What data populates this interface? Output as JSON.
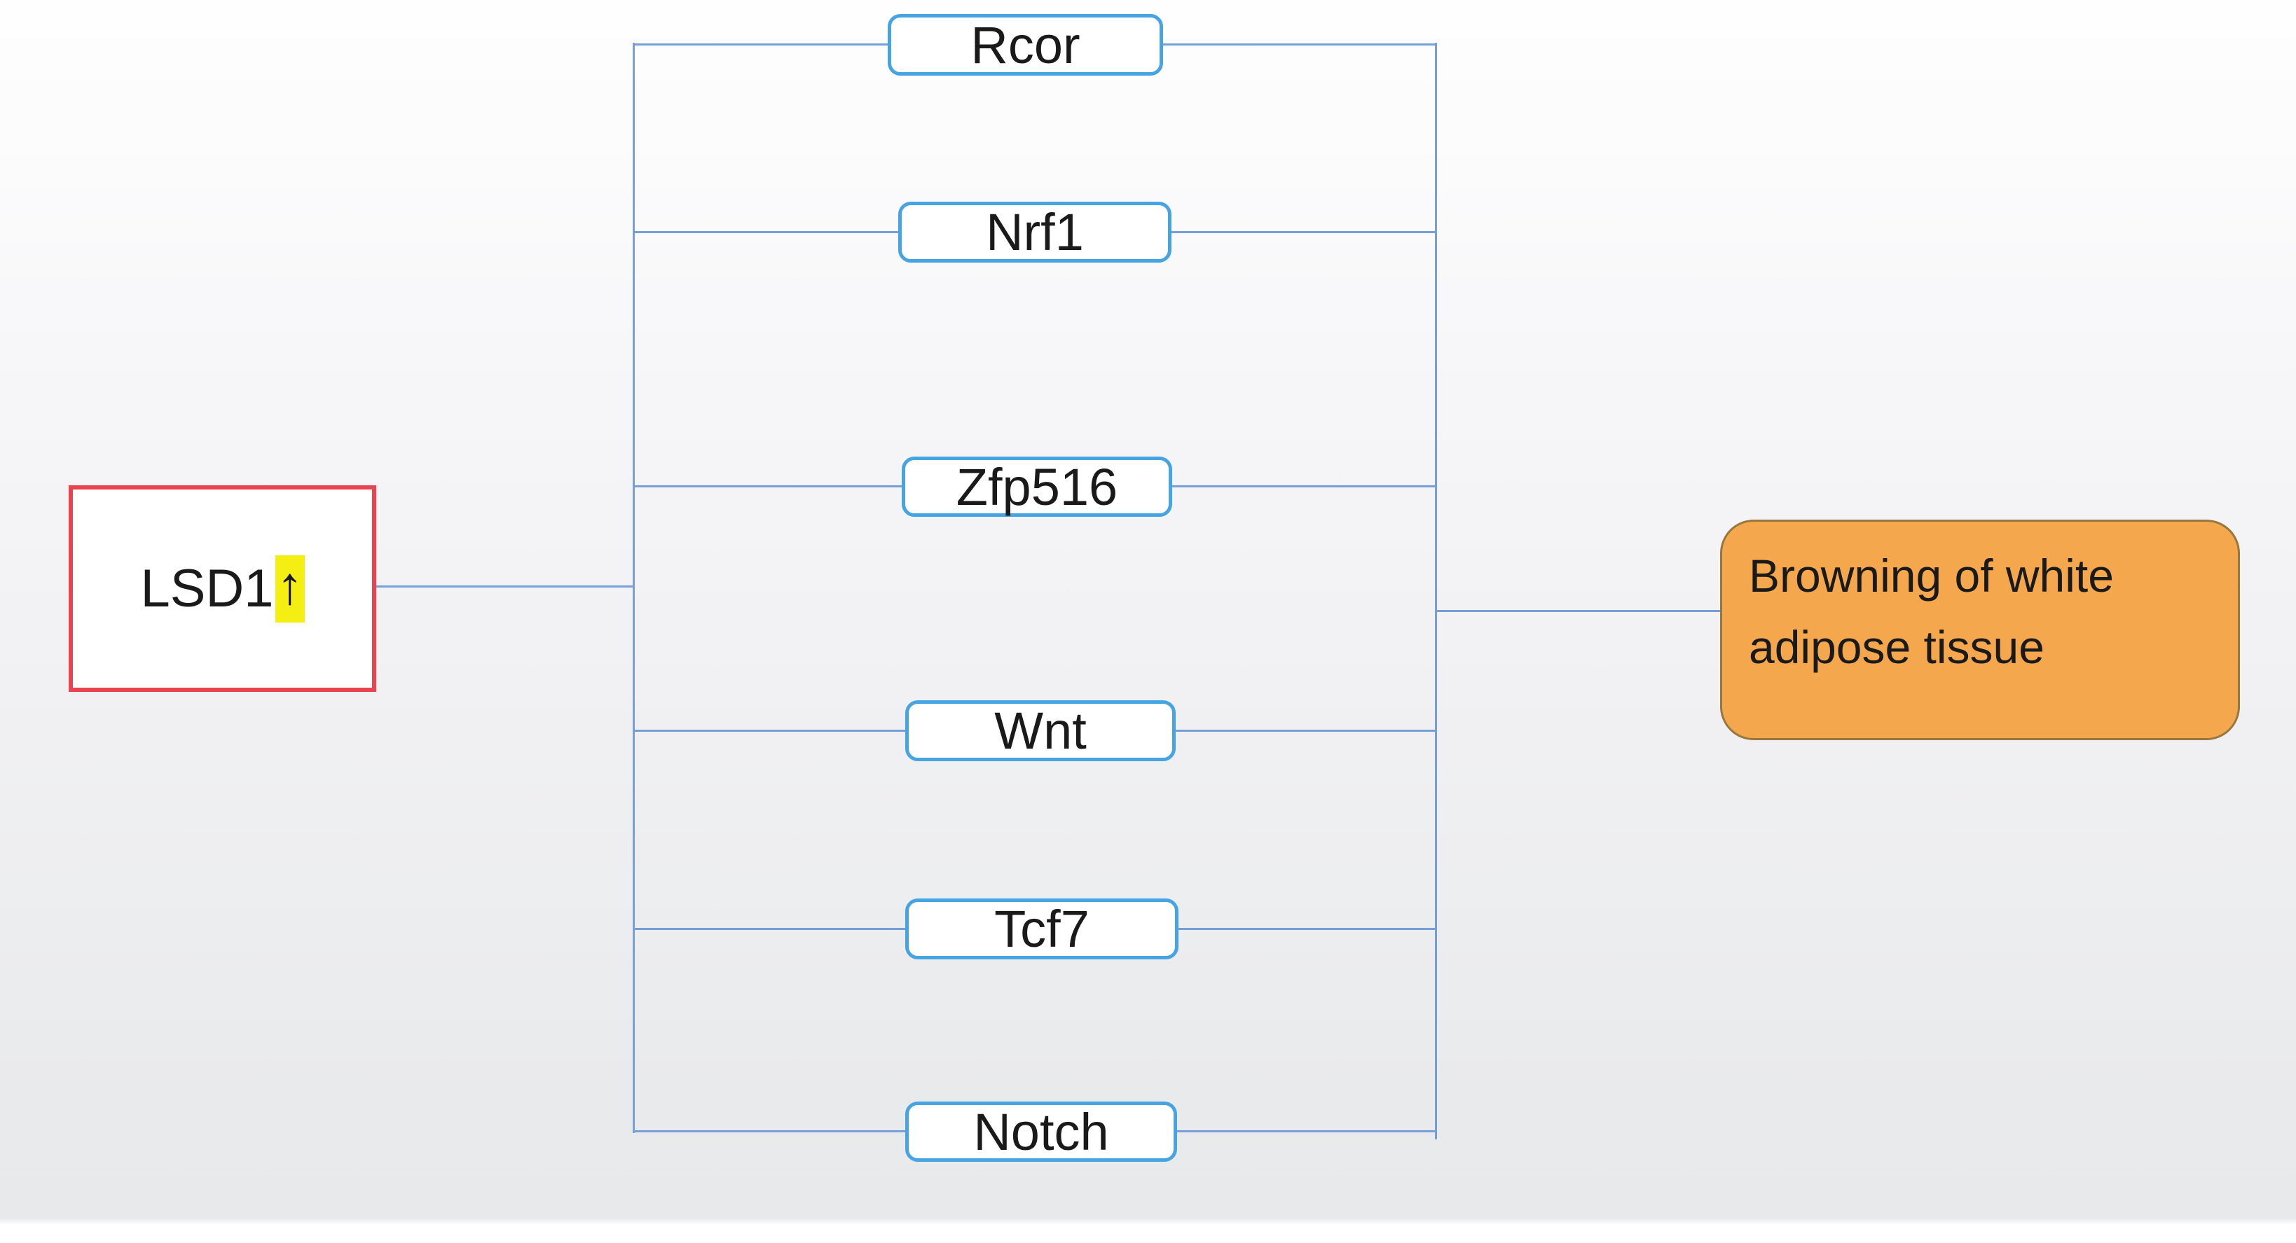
{
  "diagram": {
    "source": {
      "label": "LSD1",
      "direction_arrow": "↑"
    },
    "mediators": [
      {
        "label": "Rcor"
      },
      {
        "label": "Nrf1"
      },
      {
        "label": "Zfp516"
      },
      {
        "label": "Wnt"
      },
      {
        "label": "Tcf7"
      },
      {
        "label": "Notch"
      }
    ],
    "outcome": {
      "label": "Browning of white adipose tissue"
    }
  },
  "colors": {
    "source-border": "#ea4350",
    "mediator-border": "#46a4e2",
    "connector": "#759fd6",
    "highlight": "#f5ee12",
    "outcome-fill": "#f4a74c",
    "outcome-border": "#96783f",
    "text": "#1a1a1a"
  }
}
